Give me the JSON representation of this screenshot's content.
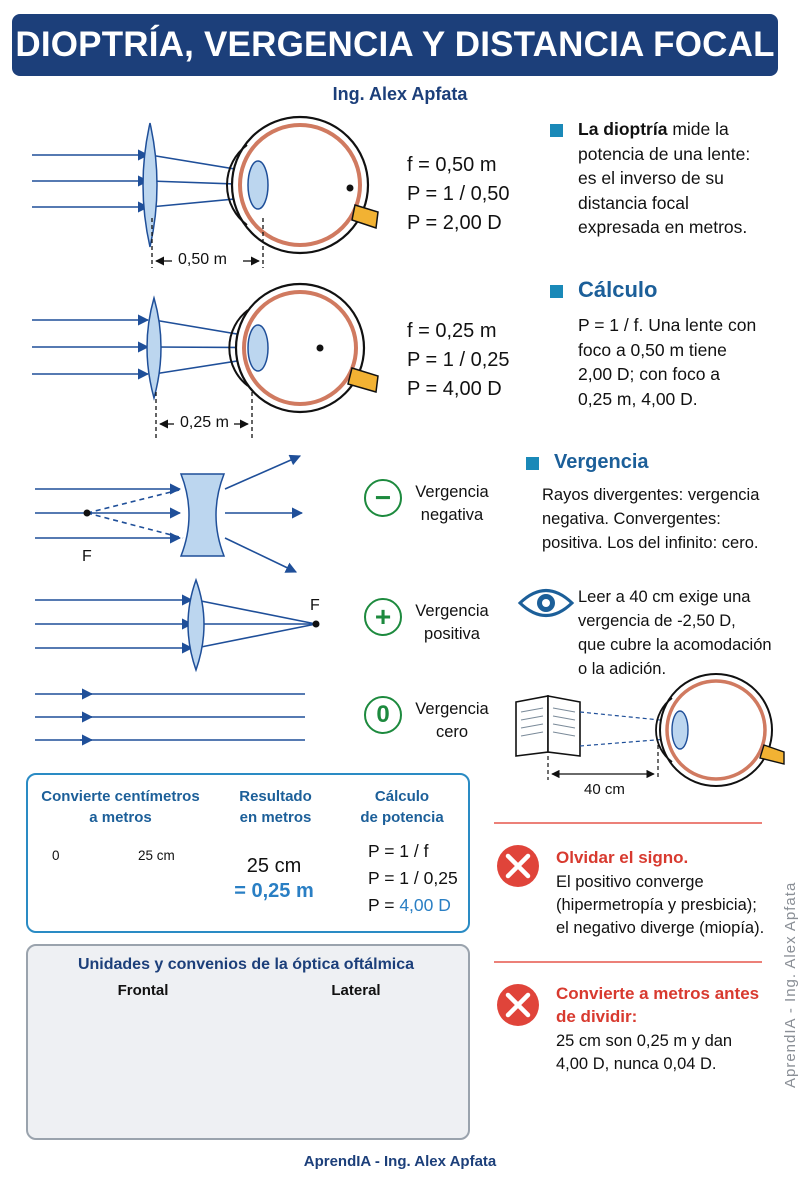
{
  "header": {
    "title": "DIOPTRÍA, VERGENCIA Y DISTANCIA FOCAL",
    "author": "Ing. Alex Apfata"
  },
  "diagram1": {
    "f": "f = 0,50 m",
    "p": "P = 1 / 0,50",
    "result": "P = 2,00 D",
    "distance": "0,50 m"
  },
  "diagram2": {
    "f": "f = 0,25 m",
    "p": "P = 1 / 0,25",
    "result": "P = 4,00 D",
    "distance": "0,25 m"
  },
  "dioptria": {
    "lines": [
      {
        "bold": "La dioptría",
        "text": " mide la"
      },
      {
        "text": "potencia de una lente:"
      },
      {
        "text": "es el inverso de su"
      },
      {
        "text": "distancia focal"
      },
      {
        "text": "expresada en metros."
      }
    ]
  },
  "calculo": {
    "title": "Cálculo",
    "lines": [
      "P = 1 / f. Una lente con",
      "foco a 0,50 m tiene",
      "2,00 D; con foco a",
      "0,25 m, 4,00 D."
    ]
  },
  "vergencia": {
    "title": "Vergencia",
    "lines": [
      "Rayos divergentes: vergencia",
      "negativa. Convergentes:",
      "positiva. Los del infinito: cero."
    ],
    "negative": {
      "symbol": "−",
      "line1": "Vergencia",
      "line2": "negativa",
      "focus": "F"
    },
    "positive": {
      "symbol": "+",
      "line1": "Vergencia",
      "line2": "positiva",
      "focus": "F"
    },
    "zero": {
      "symbol": "0",
      "line1": "Vergencia",
      "line2": "cero"
    }
  },
  "reading": {
    "lines": [
      "Leer a 40 cm exige una",
      "vergencia de -2,50 D,",
      "que cubre la acomodación",
      "o la adición."
    ],
    "distance": "40 cm"
  },
  "conversion": {
    "col1": [
      "Convierte centímetros",
      "a metros"
    ],
    "col2": [
      "Resultado",
      "en metros"
    ],
    "col3": [
      "Cálculo",
      "de potencia"
    ],
    "ruler_start": "0",
    "ruler_end": "25 cm",
    "result_cm": "25 cm",
    "result_m": "= 0,25 m",
    "calc": [
      "P =  1 / f",
      "P = 1 / 0,25"
    ],
    "calc_last_prefix": "P = ",
    "calc_last_value": "4,00 D"
  },
  "units": {
    "title": "Unidades y convenios de la óptica oftálmica",
    "front": "Frontal",
    "side": "Lateral"
  },
  "errors": [
    {
      "title": [
        "Olvidar el signo."
      ],
      "body": [
        "El positivo converge",
        "(hipermetropía y presbicia);",
        "el negativo diverge (miopía)."
      ]
    },
    {
      "title": [
        "Convierte a metros antes",
        "de dividir:"
      ],
      "body": [
        "25 cm son 0,25 m y dan",
        "4,00 D, nunca 0,04 D."
      ]
    }
  ],
  "footer": "AprendIA - Ing. Alex Apfata",
  "watermark": "AprendIA - Ing. Alex Apfata",
  "colors": {
    "navy": "#1c3f7a",
    "ray": "#1f4f99",
    "accent": "#1a89b8",
    "green": "#1d8a3e",
    "red": "#e0443a"
  }
}
